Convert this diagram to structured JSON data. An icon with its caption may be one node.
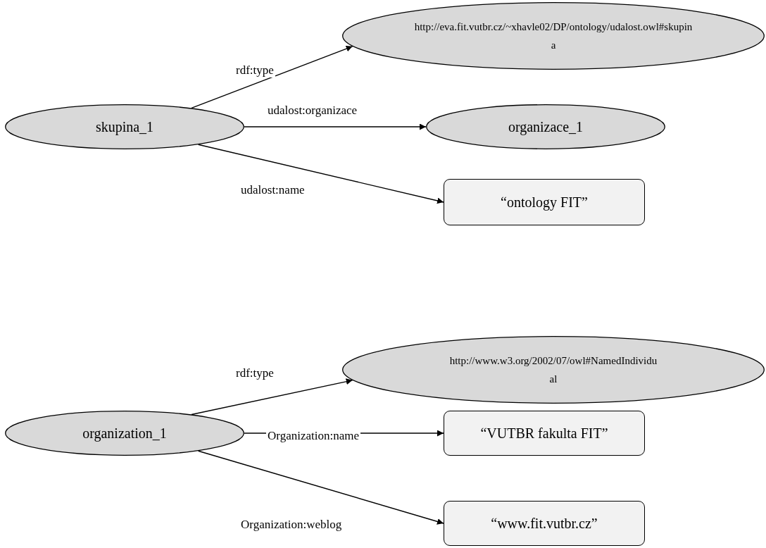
{
  "diagram": {
    "nodes": [
      {
        "text": [
          "skupina_1"
        ]
      },
      {
        "text": [
          "http://eva.fit.vutbr.cz/~xhavle02/DP/ontology/udalost.owl#skupina"
        ]
      },
      {
        "text": [
          "organizace_1"
        ]
      },
      {
        "text": [
          "“ontology FIT”"
        ]
      },
      {
        "text": [
          "organization_1"
        ]
      },
      {
        "text": [
          "http://www.w3.org/2002/07/owl#NamedIndividual"
        ]
      },
      {
        "text": [
          "“VUTBR fakulta FIT”"
        ]
      },
      {
        "text": [
          "“www.fit.vutbr.cz”"
        ]
      }
    ],
    "edges": [
      {
        "from": 0,
        "to": 1,
        "arrow": "to",
        "label": "rdf:type"
      },
      {
        "from": 0,
        "to": 2,
        "arrow": "to",
        "label": "udalost:organizace"
      },
      {
        "from": 0,
        "to": 3,
        "arrow": "to",
        "label": "udalost:name"
      },
      {
        "from": 4,
        "to": 5,
        "arrow": "to",
        "label": "rdf:type"
      },
      {
        "from": 4,
        "to": 6,
        "arrow": "to",
        "label": "Organization:name"
      },
      {
        "from": 4,
        "to": 7,
        "arrow": "to",
        "label": "Organization:weblog"
      }
    ]
  }
}
